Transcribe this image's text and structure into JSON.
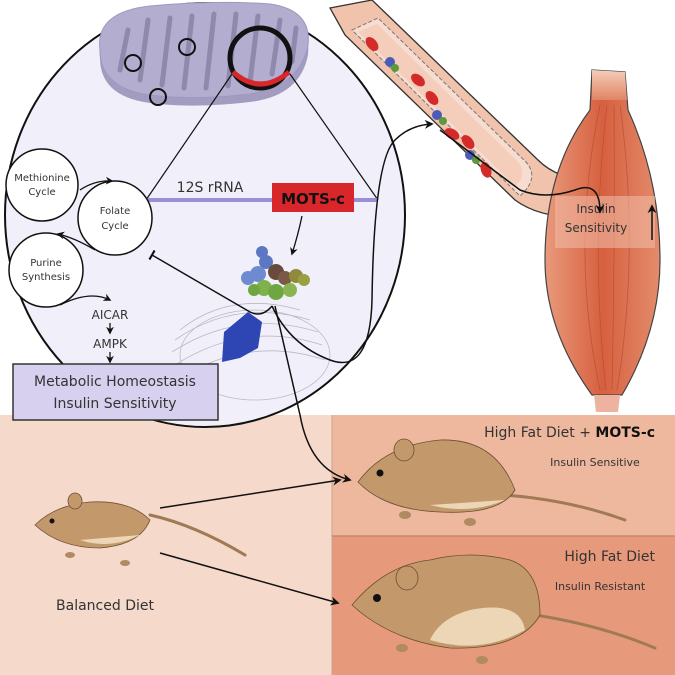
{
  "colors": {
    "background": "#ffffff",
    "cell_fill": "#f1f0fa",
    "mito_fill": "#b3aed0",
    "mito_dark": "#8f89ad",
    "rna_line": "#9b8fd3",
    "mots_box": "#d8262b",
    "homeostasis_box": "#d7d1ef",
    "panel_balanced": "#f5d9cb",
    "panel_hfd_mots": "#eeb89f",
    "panel_hfd": "#e79a7b",
    "muscle": "#d9684a",
    "vessel": "#f1c3ac",
    "rbc": "#d42a2a",
    "mouse_fur": "#c3996c",
    "mouse_belly": "#ecd6b6"
  },
  "cell": {
    "rna_label": "12S rRNA",
    "mots_label": "MOTS-c",
    "cycles": [
      {
        "id": "methionine",
        "lines": [
          "Methionine",
          "Cycle"
        ]
      },
      {
        "id": "folate",
        "lines": [
          "Folate",
          "Cycle"
        ]
      },
      {
        "id": "purine",
        "lines": [
          "Purine",
          "Synthesis"
        ]
      }
    ],
    "pathway": [
      "AICAR",
      "AMPK"
    ],
    "outcome_box": {
      "line1": "Metabolic Homeostasis",
      "line2": "Insulin Sensitivity"
    }
  },
  "muscle": {
    "label_line1": "Insulin",
    "label_line2": "Sensitivity",
    "arrow": "up"
  },
  "panels": {
    "balanced": {
      "title": "Balanced Diet"
    },
    "hfd_mots": {
      "title_prefix": "High Fat Diet + ",
      "title_bold": "MOTS-c",
      "subtitle": "Insulin Sensitive"
    },
    "hfd": {
      "title": "High Fat Diet",
      "subtitle": "Insulin Resistant"
    }
  }
}
